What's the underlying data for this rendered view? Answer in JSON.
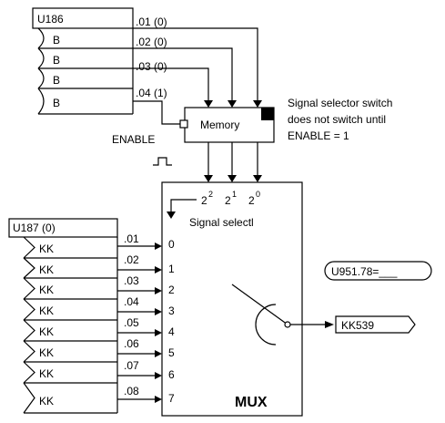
{
  "u186": {
    "title": "U186",
    "rows": [
      {
        "label": "B",
        "index": ".01 (0)"
      },
      {
        "label": "B",
        "index": ".02 (0)"
      },
      {
        "label": "B",
        "index": ".03 (0)"
      },
      {
        "label": "B",
        "index": ".04 (1)"
      }
    ]
  },
  "memory": {
    "label": "Memory",
    "enable_label": "ENABLE",
    "note": [
      "Signal selector switch",
      "does not switch until",
      "ENABLE = 1"
    ]
  },
  "mux": {
    "weights": [
      {
        "base": "2",
        "exp": "2"
      },
      {
        "base": "2",
        "exp": "1"
      },
      {
        "base": "2",
        "exp": "0"
      }
    ],
    "selector_label": "Signal selectl",
    "inputs": [
      "0",
      "1",
      "2",
      "3",
      "4",
      "5",
      "6",
      "7"
    ],
    "title": "MUX"
  },
  "u187": {
    "title": "U187  (0)",
    "rows": [
      {
        "label": "KK",
        "index": ".01"
      },
      {
        "label": "KK",
        "index": ".02"
      },
      {
        "label": "KK",
        "index": ".03"
      },
      {
        "label": "KK",
        "index": ".04"
      },
      {
        "label": "KK",
        "index": ".05"
      },
      {
        "label": "KK",
        "index": ".06"
      },
      {
        "label": "KK",
        "index": ".07"
      },
      {
        "label": "KK",
        "index": ".08"
      }
    ]
  },
  "param_box": {
    "label": "U951.78=___"
  },
  "output": {
    "label": "KK539"
  }
}
